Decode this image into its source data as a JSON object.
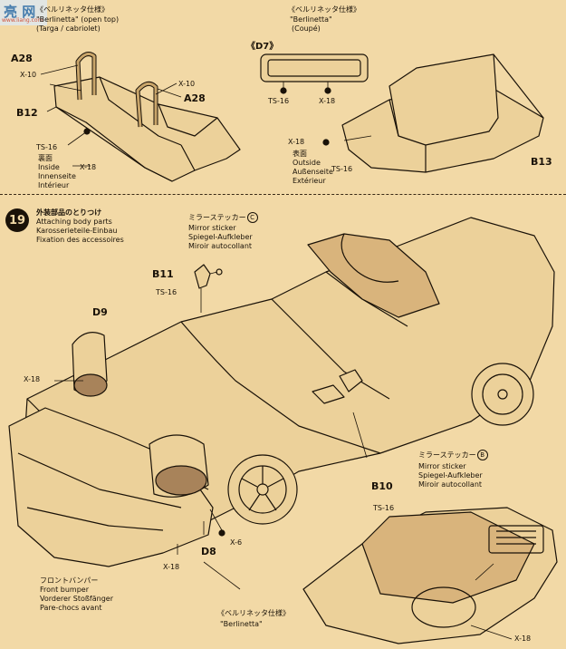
{
  "watermark": {
    "main": "亮 网",
    "sub": "www.liang.com"
  },
  "top_left": {
    "title_lines": [
      "《ベルリネッタ仕様》",
      "\"Berlinetta\" (open top)",
      "(Targa / cabriolet)"
    ],
    "parts": {
      "a28_left": "A28",
      "x10_left": "X-10",
      "x10_right": "X-10",
      "a28_right": "A28",
      "b12": "B12"
    },
    "sticker_code": "TS-16",
    "surface_lines": [
      "裏面",
      "Inside",
      "Innenseite",
      "Intérieur"
    ],
    "x18": "X-18"
  },
  "top_right": {
    "title_lines": [
      "《ベルリネッタ仕様》",
      "\"Berlinetta\"",
      "(Coupé)"
    ],
    "d7": "《D7》",
    "ts16": "TS-16",
    "x18_a": "X-18",
    "x18_b": "X-18",
    "surface_lines": [
      "表面",
      "Outside",
      "Außenseite",
      "Extérieur"
    ],
    "ts16_b": "TS-16",
    "b13": "B13"
  },
  "step19": {
    "number": "19",
    "title_lines": [
      "外装部品のとりつけ",
      "Attaching body parts",
      "Karosserieteile-Einbau",
      "Fixation des accessoires"
    ],
    "mirror_c": {
      "jp": "ミラーステッカー",
      "mark": "C",
      "lines": [
        "Mirror sticker",
        "Spiegel-Aufkleber",
        "Miroir autocollant"
      ]
    },
    "mirror_b": {
      "jp": "ミラーステッカー",
      "mark": "B",
      "lines": [
        "Mirror sticker",
        "Spiegel-Aufkleber",
        "Miroir autocollant"
      ]
    },
    "b11": "B11",
    "ts16_b11": "TS-16",
    "d9": "D9",
    "x18_d9": "X-18",
    "b10": "B10",
    "ts16_b10": "TS-16",
    "d8": "D8",
    "x6": "X-6",
    "x18_d8": "X-18",
    "bumper_lines": [
      "フロントバンパー",
      "Front bumper",
      "Vorderer Stoßfänger",
      "Pare-chocs avant"
    ],
    "berlinetta_lines": [
      "《ベルリネッタ仕様》",
      "\"Berlinetta\""
    ],
    "x18_engine": "X-18"
  }
}
